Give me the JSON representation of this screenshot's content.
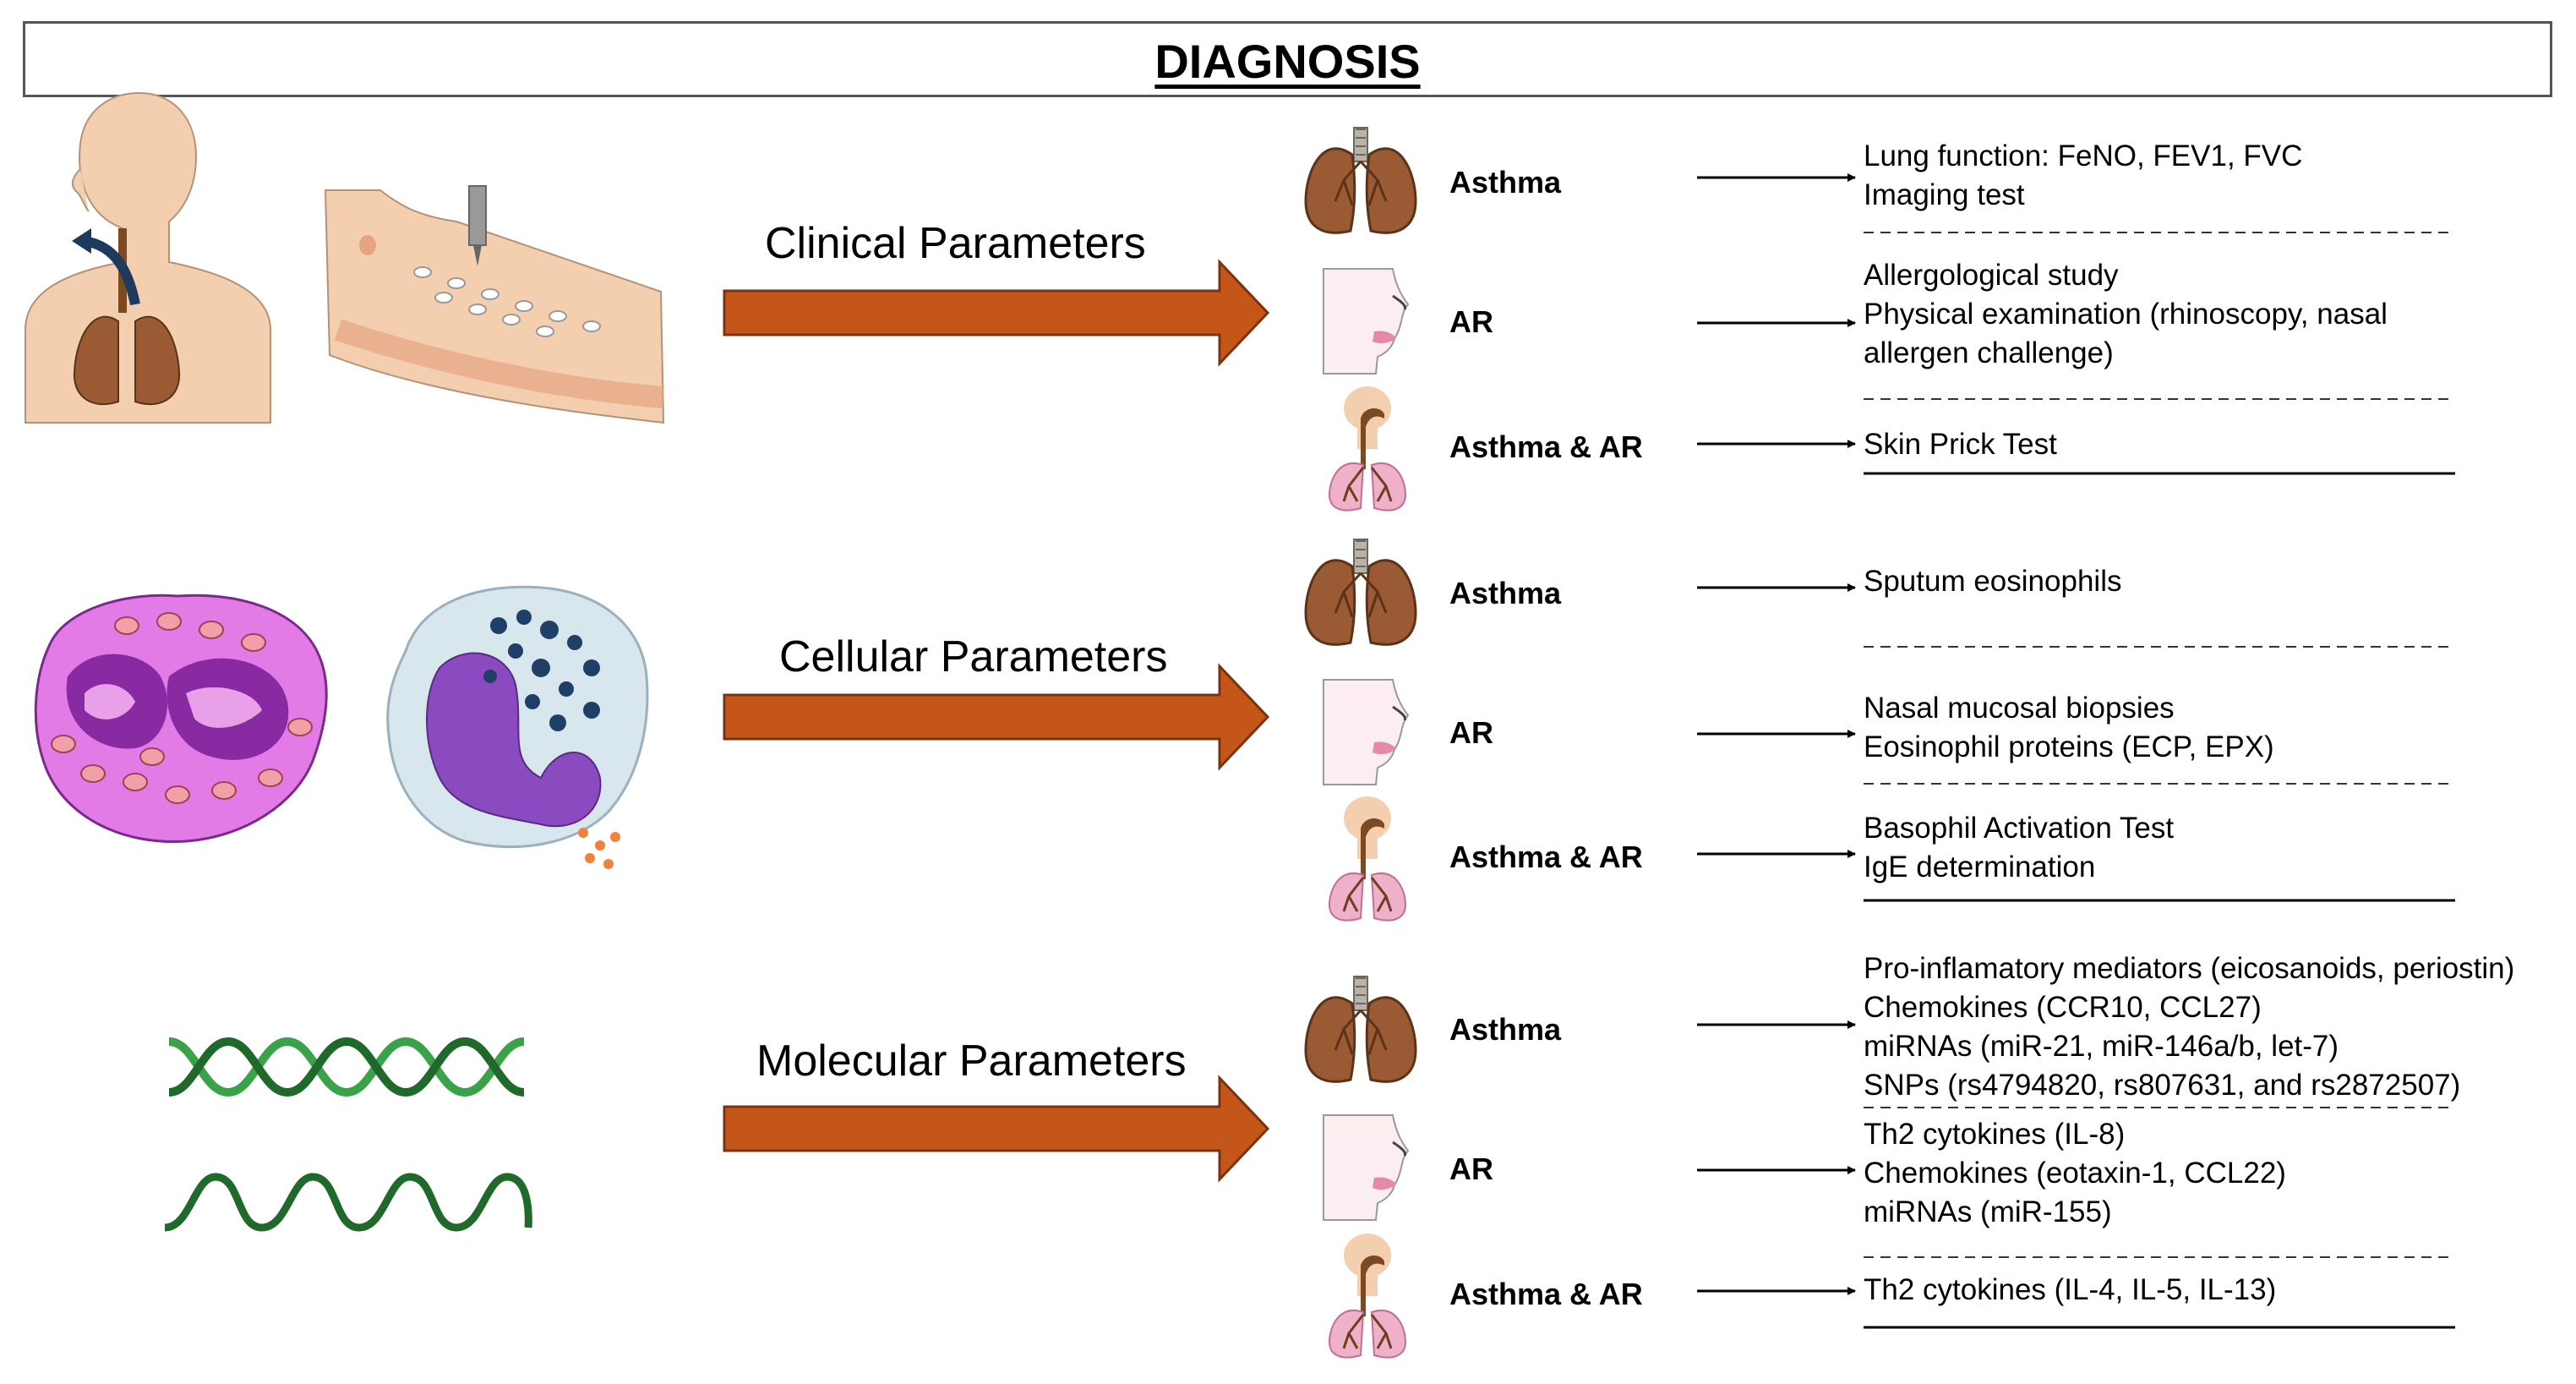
{
  "title": "DIAGNOSIS",
  "sections": [
    {
      "heading": "Clinical Parameters",
      "rows": [
        {
          "condition": "Asthma",
          "icon": "lungs-icon",
          "items": [
            "Lung function: FeNO, FEV1, FVC",
            "Imaging test"
          ]
        },
        {
          "condition": "AR",
          "icon": "face-icon",
          "items": [
            "Allergological study",
            "Physical examination (rhinoscopy, nasal",
            "allergen challenge)"
          ]
        },
        {
          "condition": "Asthma & AR",
          "icon": "airway-icon",
          "items": [
            "Skin Prick Test"
          ]
        }
      ]
    },
    {
      "heading": "Cellular Parameters",
      "rows": [
        {
          "condition": "Asthma",
          "icon": "lungs-icon",
          "items": [
            "Sputum eosinophils"
          ]
        },
        {
          "condition": "AR",
          "icon": "face-icon",
          "items": [
            "Nasal mucosal biopsies",
            "Eosinophil proteins (ECP, EPX)"
          ]
        },
        {
          "condition": "Asthma & AR",
          "icon": "airway-icon",
          "items": [
            "Basophil Activation Test",
            "IgE determination"
          ]
        }
      ]
    },
    {
      "heading": "Molecular Parameters",
      "rows": [
        {
          "condition": "Asthma",
          "icon": "lungs-icon",
          "items": [
            "Pro-inflamatory mediators (eicosanoids, periostin)",
            "Chemokines (CCR10, CCL27)",
            "miRNAs (miR-21, miR-146a/b, let-7)",
            "SNPs (rs4794820, rs807631, and rs2872507)"
          ]
        },
        {
          "condition": "AR",
          "icon": "face-icon",
          "items": [
            "Th2 cytokines (IL-8)",
            "Chemokines (eotaxin-1, CCL22)",
            "miRNAs (miR-155)"
          ]
        },
        {
          "condition": "Asthma & AR",
          "icon": "airway-icon",
          "items": [
            "Th2 cytokines (IL-4, IL-5, IL-13)"
          ]
        }
      ]
    }
  ],
  "colors": {
    "arrow_orange": "#c4561a",
    "lung_brown": "#9a5a34",
    "skin": "#f3cfb0",
    "cell_pink": "#e27be6",
    "cell_purple": "#8a2aa3",
    "dna_green": "#2f8f3a"
  }
}
